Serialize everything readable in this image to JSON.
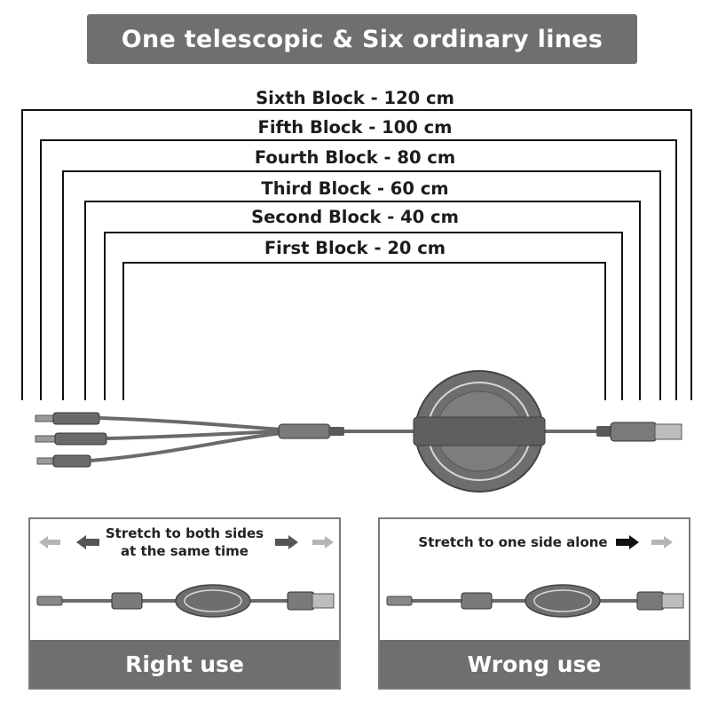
{
  "title": "One telescopic & Six ordinary lines",
  "blocks": [
    {
      "label": "Sixth Block - 120 cm",
      "length_cm": 120
    },
    {
      "label": "Fifth Block - 100 cm",
      "length_cm": 100
    },
    {
      "label": "Fourth Block - 80 cm",
      "length_cm": 80
    },
    {
      "label": "Third Block - 60 cm",
      "length_cm": 60
    },
    {
      "label": "Second Block - 40 cm",
      "length_cm": 40
    },
    {
      "label": "First Block - 20 cm",
      "length_cm": 20
    }
  ],
  "panels": {
    "right": {
      "instruction_line1": "Stretch to both sides",
      "instruction_line2": "at the same time",
      "footer": "Right use"
    },
    "wrong": {
      "instruction": "Stretch to one side alone",
      "footer": "Wrong use"
    }
  },
  "colors": {
    "banner": "#6f6f6f",
    "cable": "#6a6a6a",
    "arrow_dark": "#555555",
    "arrow_light": "#b5b5b5"
  }
}
